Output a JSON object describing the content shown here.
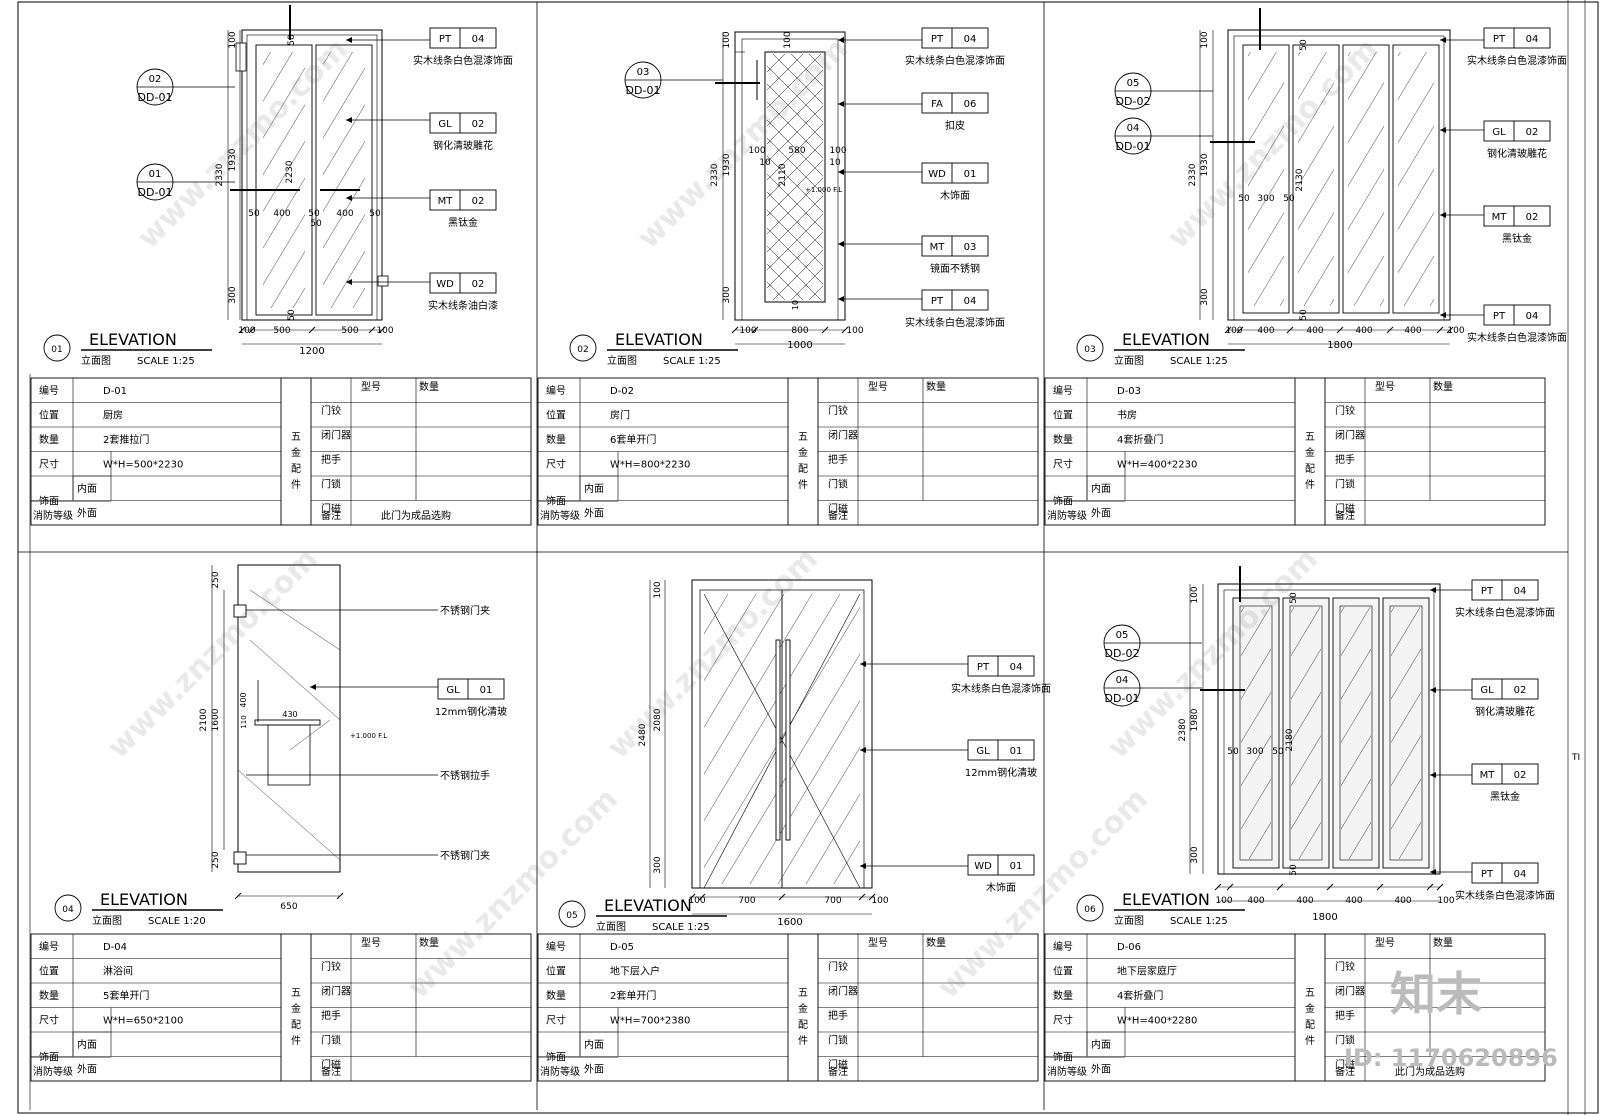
{
  "panels": [
    {
      "num": "01",
      "title": "ELEVATION",
      "subtitle": "立面图",
      "scale": "SCALE  1:25",
      "tags": [
        {
          "code": "PT",
          "no": "04",
          "label": "实木线条白色混漆饰面"
        },
        {
          "code": "GL",
          "no": "02",
          "label": "钢化清玻雕花"
        },
        {
          "code": "MT",
          "no": "02",
          "label": "黑钛金"
        },
        {
          "code": "WD",
          "no": "02",
          "label": "实木线条油白漆"
        }
      ],
      "refs": [
        {
          "top": "02",
          "bot": "DD-01"
        },
        {
          "top": "01",
          "bot": "DD-01"
        }
      ],
      "dims_bottom": [
        "100",
        "500",
        "500",
        "100"
      ],
      "total_w": "1200",
      "dims_left": [
        "2330",
        "1930",
        "300",
        "100"
      ],
      "dims_inner": [
        "50",
        "400",
        "50",
        "400",
        "50",
        "2230",
        "50",
        "50",
        "50"
      ],
      "table": {
        "id": "D-01",
        "location": "厨房",
        "qty": "2套推拉门",
        "size": "W*H=500*2230",
        "remark": "此门为成品选购"
      }
    },
    {
      "num": "02",
      "title": "ELEVATION",
      "subtitle": "立面图",
      "scale": "SCALE  1:25",
      "tags": [
        {
          "code": "PT",
          "no": "04",
          "label": "实木线条白色混漆饰面"
        },
        {
          "code": "FA",
          "no": "06",
          "label": "扣皮"
        },
        {
          "code": "WD",
          "no": "01",
          "label": "木饰面"
        },
        {
          "code": "MT",
          "no": "03",
          "label": "镜面不锈钢"
        },
        {
          "code": "PT",
          "no": "04",
          "label": "实木线条白色混漆饰面"
        }
      ],
      "refs": [
        {
          "top": "03",
          "bot": "DD-01"
        }
      ],
      "dims_bottom": [
        "100",
        "800",
        "100"
      ],
      "total_w": "1000",
      "dims_left": [
        "2330",
        "1930",
        "300",
        "100",
        "100"
      ],
      "dims_inner": [
        "100",
        "580",
        "100",
        "10",
        "10",
        "2110",
        "10",
        "+1.000 F.L"
      ],
      "table": {
        "id": "D-02",
        "location": "房门",
        "qty": "6套单开门",
        "size": "W*H=800*2230",
        "remark": ""
      }
    },
    {
      "num": "03",
      "title": "ELEVATION",
      "subtitle": "立面图",
      "scale": "SCALE  1:25",
      "tags": [
        {
          "code": "PT",
          "no": "04",
          "label": "实木线条白色混漆饰面"
        },
        {
          "code": "GL",
          "no": "02",
          "label": "钢化清玻雕花"
        },
        {
          "code": "MT",
          "no": "02",
          "label": "黑钛金"
        },
        {
          "code": "PT",
          "no": "04",
          "label": "实木线条白色混漆饰面"
        }
      ],
      "refs": [
        {
          "top": "05",
          "bot": "DD-02"
        },
        {
          "top": "04",
          "bot": "DD-01"
        }
      ],
      "dims_bottom": [
        "100",
        "400",
        "400",
        "400",
        "400",
        "100"
      ],
      "total_w": "1800",
      "dims_left": [
        "2330",
        "1930",
        "300",
        "100"
      ],
      "dims_inner": [
        "50",
        "300",
        "50",
        "2130",
        "50",
        "50"
      ],
      "table": {
        "id": "D-03",
        "location": "书房",
        "qty": "4套折叠门",
        "size": "W*H=400*2230",
        "remark": ""
      }
    },
    {
      "num": "04",
      "title": "ELEVATION",
      "subtitle": "立面图",
      "scale": "SCALE  1:20",
      "tags": [
        {
          "code": "",
          "no": "",
          "label": "不锈钢门夹"
        },
        {
          "code": "GL",
          "no": "01",
          "label": "12mm钢化清玻"
        },
        {
          "code": "",
          "no": "",
          "label": "不锈钢拉手"
        },
        {
          "code": "",
          "no": "",
          "label": "不锈钢门夹"
        }
      ],
      "refs": [],
      "dims_bottom": [],
      "total_w": "650",
      "dims_left": [
        "2100",
        "1600",
        "250",
        "250"
      ],
      "dims_inner": [
        "400",
        "110",
        "430",
        "+1.000 F.L"
      ],
      "table": {
        "id": "D-04",
        "location": "淋浴间",
        "qty": "5套单开门",
        "size": "W*H=650*2100",
        "remark": ""
      }
    },
    {
      "num": "05",
      "title": "ELEVATION",
      "subtitle": "立面图",
      "scale": "SCALE  1:25",
      "tags": [
        {
          "code": "PT",
          "no": "04",
          "label": "实木线条白色混漆饰面"
        },
        {
          "code": "GL",
          "no": "01",
          "label": "12mm钢化清玻"
        },
        {
          "code": "WD",
          "no": "01",
          "label": "木饰面"
        }
      ],
      "refs": [],
      "dims_bottom": [
        "100",
        "700",
        "700",
        "100"
      ],
      "total_w": "1600",
      "dims_left": [
        "2480",
        "2080",
        "300",
        "100"
      ],
      "dims_inner": [],
      "table": {
        "id": "D-05",
        "location": "地下层入户",
        "qty": "2套单开门",
        "size": "W*H=700*2380",
        "remark": ""
      }
    },
    {
      "num": "06",
      "title": "ELEVATION",
      "subtitle": "立面图",
      "scale": "SCALE  1:25",
      "tags": [
        {
          "code": "PT",
          "no": "04",
          "label": "实木线条白色混漆饰面"
        },
        {
          "code": "GL",
          "no": "02",
          "label": "钢化清玻雕花"
        },
        {
          "code": "MT",
          "no": "02",
          "label": "黑钛金"
        },
        {
          "code": "PT",
          "no": "04",
          "label": "实木线条白色混漆饰面"
        }
      ],
      "refs": [
        {
          "top": "05",
          "bot": "DD-02"
        },
        {
          "top": "04",
          "bot": "DD-01"
        }
      ],
      "dims_bottom": [
        "100",
        "400",
        "400",
        "400",
        "400",
        "100"
      ],
      "total_w": "1800",
      "dims_left": [
        "2380",
        "1980",
        "300",
        "100"
      ],
      "dims_inner": [
        "50",
        "300",
        "50",
        "2180",
        "50",
        "50"
      ],
      "table": {
        "id": "D-06",
        "location": "地下层家庭厅",
        "qty": "4套折叠门",
        "size": "W*H=400*2280",
        "remark": "此门为成品选购"
      }
    }
  ],
  "table_labels": {
    "id": "编号",
    "location": "位置",
    "qty": "数量",
    "size": "尺寸",
    "finish": "饰面",
    "inner": "内面",
    "outer": "外面",
    "fire": "消防等级",
    "hardware_v": [
      "五",
      "金",
      "配",
      "件"
    ],
    "model": "型号",
    "count": "数量",
    "hw_items": [
      "门铰",
      "闭门器",
      "把手",
      "门锁",
      "门磁"
    ],
    "remark": "备注",
    "model_alt": "型号"
  },
  "watermark": {
    "text": "www.znzmo.com",
    "brand": "知末",
    "id_label": "ID: 1170620896"
  },
  "side_strip": {
    "label": "TI"
  }
}
